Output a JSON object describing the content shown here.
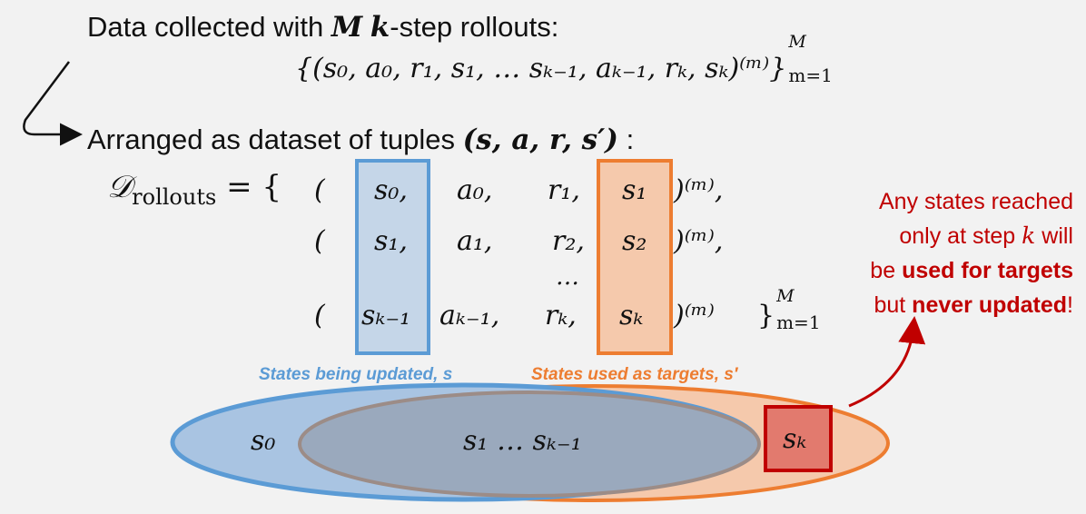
{
  "header": {
    "line1_prefix": "Data collected with ",
    "line1_M": "M",
    "line1_k": "k",
    "line1_suffix": "-step rollouts:",
    "rollout_set": "{(s₀, a₀, r₁, s₁, … sₖ₋₁, aₖ₋₁, rₖ, sₖ)⁽ᵐ⁾}",
    "set_sup": "M",
    "set_sub": "m=1"
  },
  "arranged": {
    "text": "Arranged as dataset of tuples ",
    "tuple": "(s, a, r, s′)",
    "colon": " :"
  },
  "dataset": {
    "name": "𝒟",
    "name_sub": "rollouts",
    "eq_open": "= {",
    "rows": [
      {
        "open": "(",
        "s": "s₀,",
        "a": "a₀,",
        "r": "r₁,",
        "s_next": "s₁",
        "close": ")⁽ᵐ⁾,"
      },
      {
        "open": "(",
        "s": "s₁,",
        "a": "a₁,",
        "r": "r₂,",
        "s_next": "s₂",
        "close": ")⁽ᵐ⁾,"
      },
      {
        "open": "(",
        "s": "sₖ₋₁",
        "a": "aₖ₋₁,",
        "r": "rₖ,",
        "s_next": "sₖ",
        "close": ")⁽ᵐ⁾"
      }
    ],
    "ellipsis": "…",
    "end_brace": "}",
    "end_sup": "M",
    "end_sub": "m=1"
  },
  "labels": {
    "updated": "States being updated, s",
    "targets": "States used as targets, s′"
  },
  "venn": {
    "left": "s₀",
    "middle": "s₁ … sₖ₋₁",
    "right": "sₖ"
  },
  "note": {
    "line1": "Any states reached",
    "line2_prefix": "only at step ",
    "line2_k": "k",
    "line2_suffix": " will",
    "line3_prefix": "be ",
    "line3_bold": "used for targets",
    "line4_prefix": "but ",
    "line4_bold": "never updated",
    "line4_suffix": "!"
  },
  "colors": {
    "blue": "#5b9bd5",
    "blue_fill": "#c5d6e8",
    "orange": "#ed7d31",
    "orange_fill": "#f5c9ac",
    "red": "#c00000",
    "gray_fill": "#9aa9bd"
  }
}
